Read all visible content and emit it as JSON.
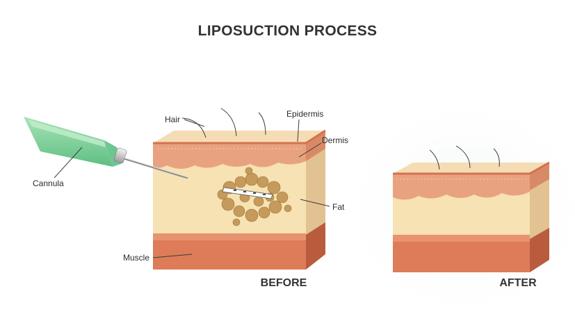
{
  "title": "LIPOSUCTION PROCESS",
  "labels": {
    "hair": "Hair",
    "epidermis": "Epidermis",
    "dermis": "Dermis",
    "cannula": "Cannula",
    "fat": "Fat",
    "muscle": "Muscle"
  },
  "captions": {
    "before": "BEFORE",
    "after": "AFTER"
  },
  "colors": {
    "epidermis": "#f5dcb4",
    "dermis": "#e9a27f",
    "fat": "#f6e2b3",
    "muscle": "#de7b58",
    "fat_deposit": "#c69a5a",
    "cannula_handle": "#7fd09a"
  }
}
